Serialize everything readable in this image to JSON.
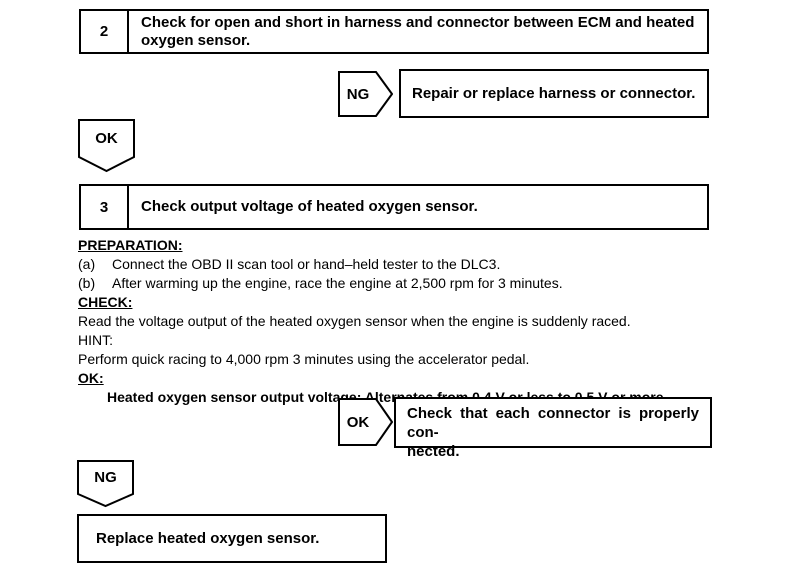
{
  "page": {
    "background": "#ffffff",
    "line_color": "#000000"
  },
  "flowchart": {
    "step2": {
      "number": "2",
      "text_line1": "Check for open and short in harness and connector between ECM and heated",
      "text_line2": "oxygen sensor."
    },
    "ng1": {
      "label": "NG"
    },
    "repair_box": {
      "text": "Repair or replace harness or connector."
    },
    "ok1": {
      "label": "OK"
    },
    "step3": {
      "number": "3",
      "text": "Check output voltage of heated oxygen sensor."
    },
    "procedure": {
      "preparation_label": "PREPARATION:",
      "prep_a_marker": "(a)",
      "prep_a_text": "Connect the OBD II scan tool or hand–held tester to the DLC3.",
      "prep_b_marker": "(b)",
      "prep_b_text": "After warming up the engine, race the engine at 2,500 rpm for 3 minutes.",
      "check_label": "CHECK:",
      "check_text": "Read the voltage output of the heated oxygen sensor when the engine is suddenly raced.",
      "hint_label": "HINT:",
      "hint_text": "Perform quick racing to 4,000 rpm 3 minutes using the accelerator pedal.",
      "ok_label": "OK:",
      "ok_spec": "Heated oxygen sensor output voltage: Alternates from 0.4 V or less to 0.5 V or more."
    },
    "ok2": {
      "label": "OK"
    },
    "connector_box": {
      "line1": "Check that each connector is properly con-",
      "line2": "nected."
    },
    "ng2": {
      "label": "NG"
    },
    "replace_box": {
      "text": "Replace heated oxygen sensor."
    }
  }
}
